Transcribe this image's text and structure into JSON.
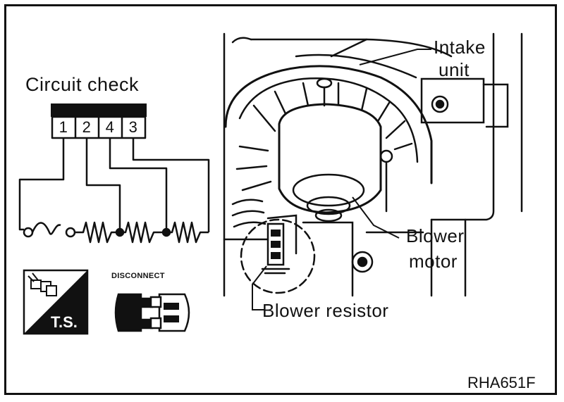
{
  "circuit": {
    "title": "Circuit check",
    "terminals": [
      "1",
      "2",
      "4",
      "3"
    ]
  },
  "labels": {
    "intake_line1": "Intake",
    "intake_line2": "unit",
    "blower_motor_line1": "Blower",
    "blower_motor_line2": "motor",
    "blower_resistor": "Blower resistor"
  },
  "symbols": {
    "ts_label": "T.S.",
    "disconnect_label": "DISCONNECT",
    "ts_icon": "harness-connector-icon",
    "disconnect_icon": "disconnect-connector-icon"
  },
  "figure_code": "RHA651F"
}
